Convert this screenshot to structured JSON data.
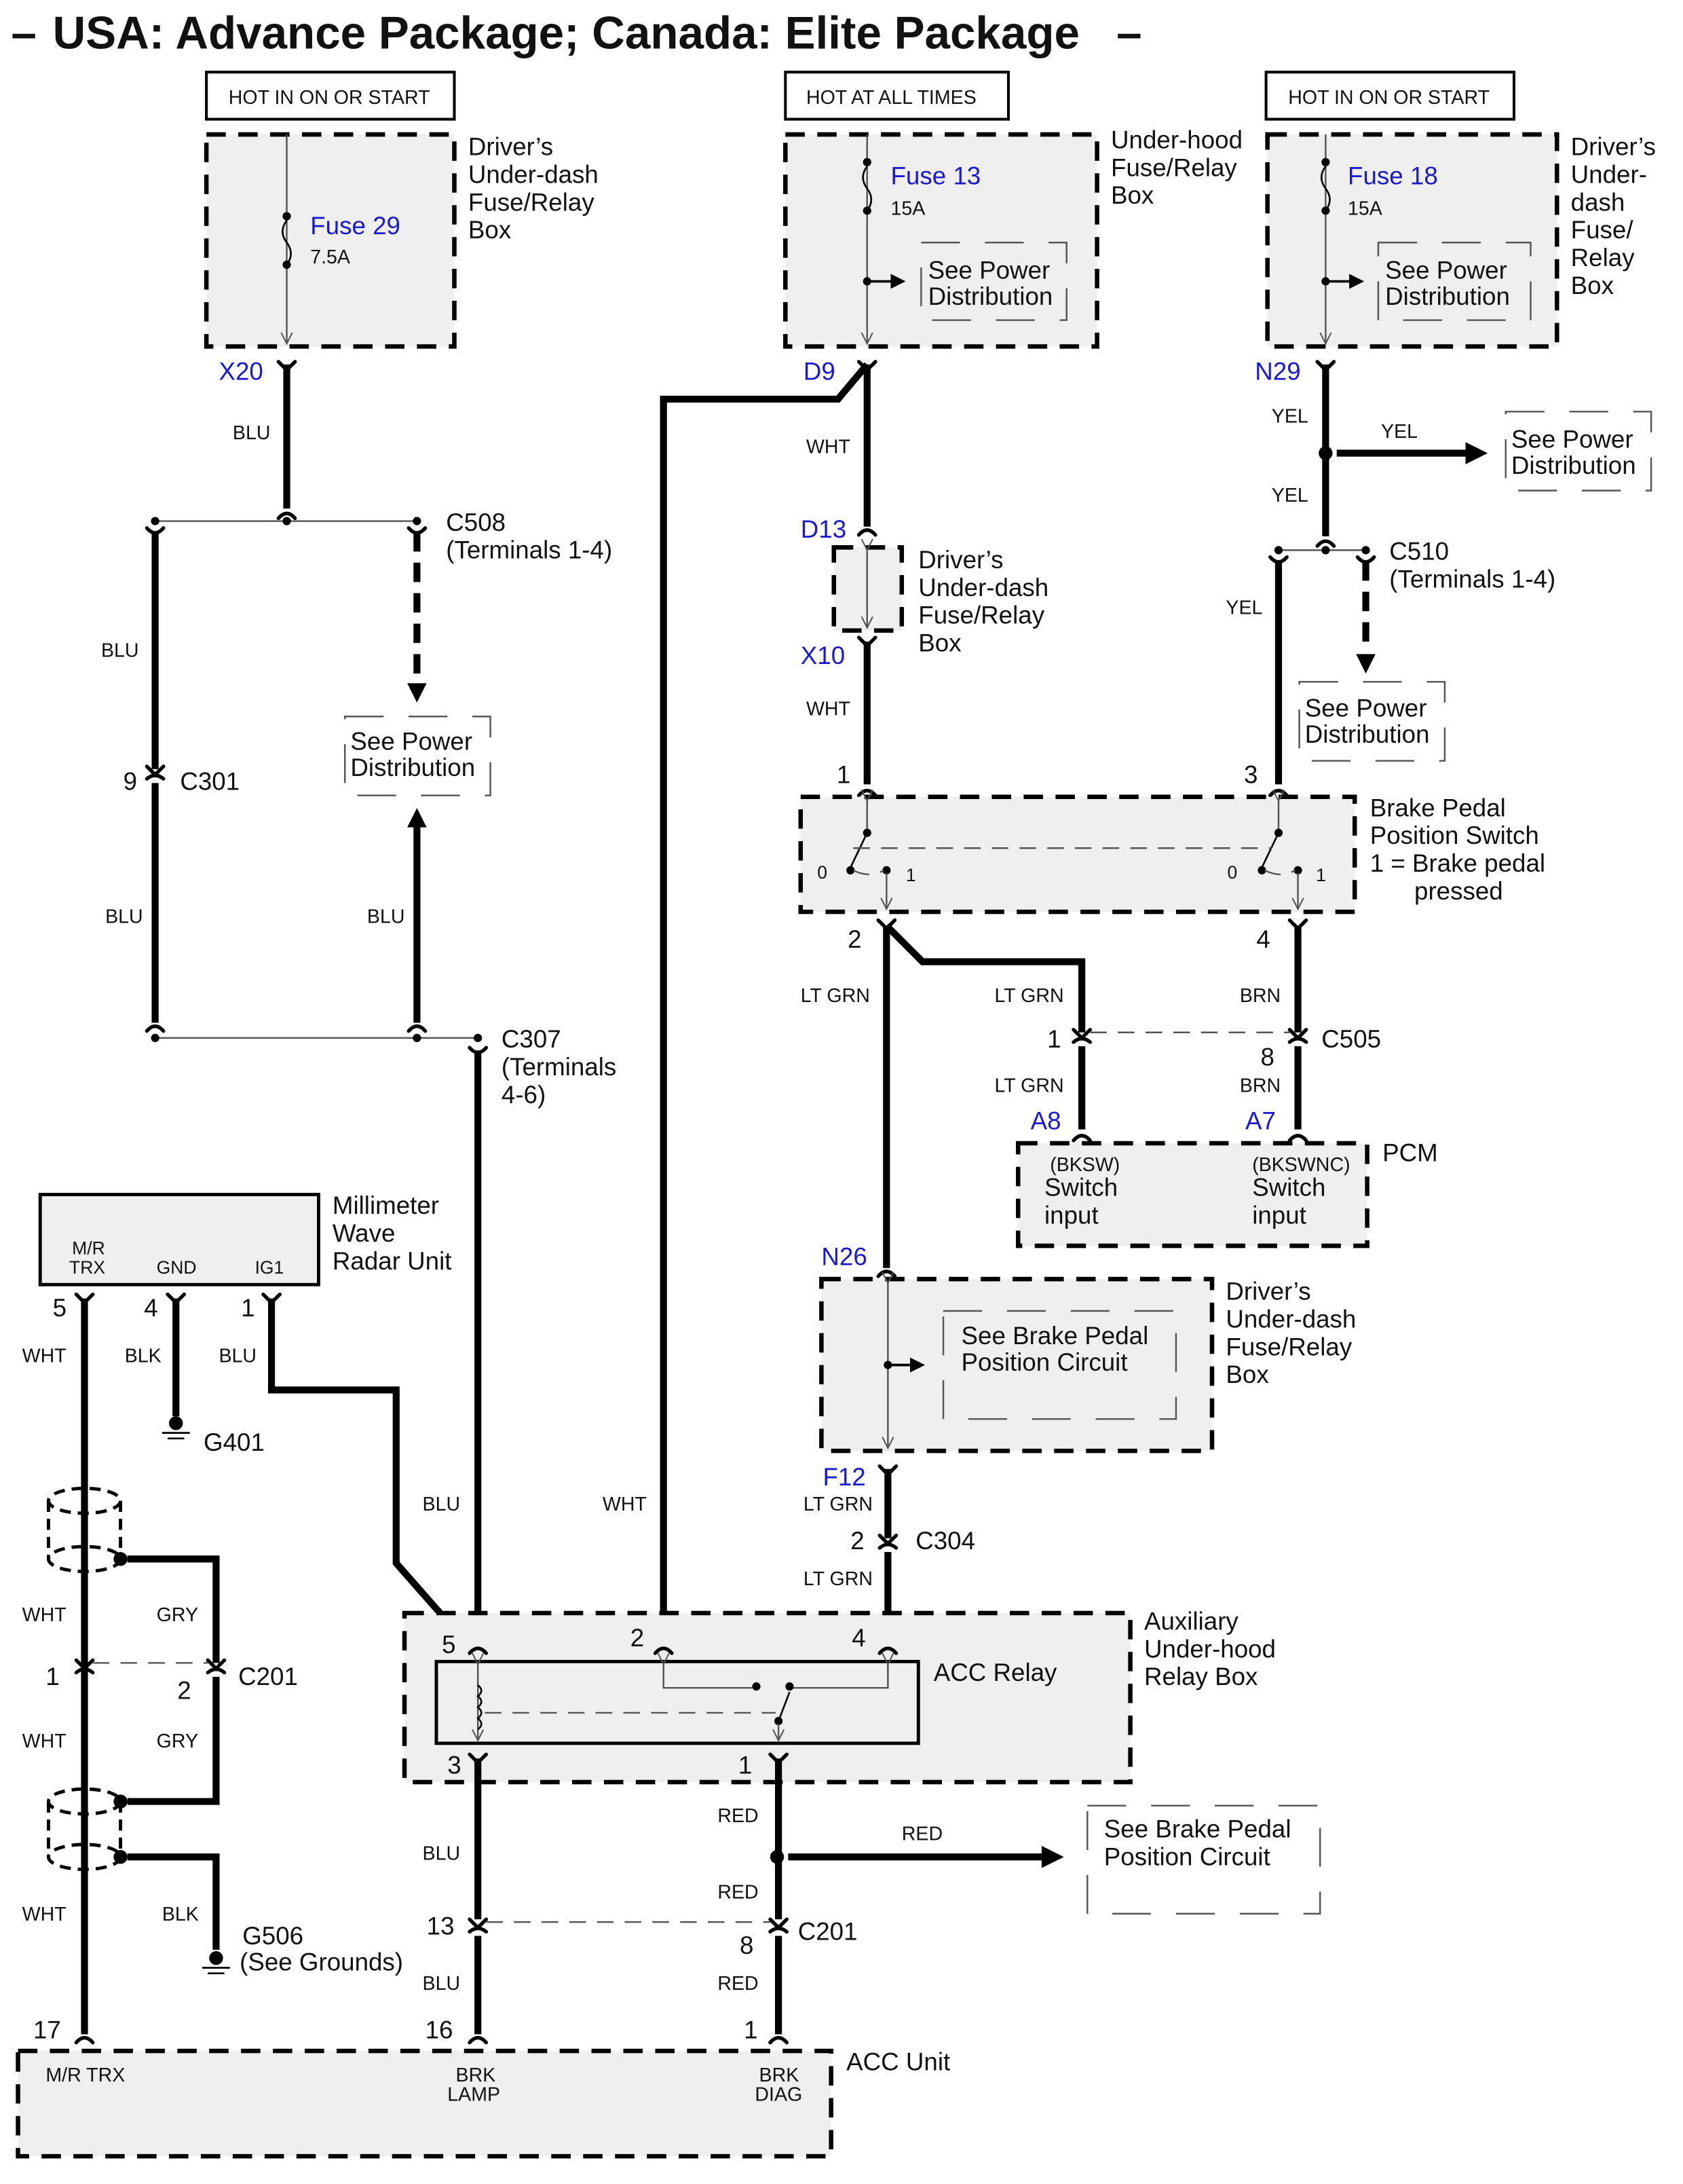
{
  "title": "USA: Advance Package; Canada: Elite Package",
  "title_dash": "–",
  "power_sources": [
    {
      "label": "HOT IN ON OR START"
    },
    {
      "label": "HOT AT ALL TIMES"
    },
    {
      "label": "HOT IN ON OR START"
    }
  ],
  "fuse_boxes": [
    {
      "fuse": "Fuse 29",
      "rating": "7.5A",
      "name_lines": [
        "Driver’s",
        "Under-dash",
        "Fuse/Relay",
        "Box"
      ],
      "terminal": "X20"
    },
    {
      "fuse": "Fuse 13",
      "rating": "15A",
      "name_lines": [
        "Under-hood",
        "Fuse/Relay",
        "Box"
      ],
      "terminal": "D9",
      "see": [
        "See Power",
        "Distribution"
      ]
    },
    {
      "fuse": "Fuse 18",
      "rating": "15A",
      "name_lines": [
        "Driver’s",
        "Under-",
        "dash",
        "Fuse/",
        "Relay",
        "Box"
      ],
      "terminal": "N29",
      "see": [
        "See Power",
        "Distribution"
      ]
    }
  ],
  "see_power": [
    "See Power",
    "Distribution"
  ],
  "see_brake": [
    "See Brake Pedal",
    "Position Circuit"
  ],
  "wire_colors": {
    "blu": "BLU",
    "wht": "WHT",
    "yel": "YEL",
    "ltgrn": "LT GRN",
    "brn": "BRN",
    "blk": "BLK",
    "gry": "GRY",
    "red": "RED"
  },
  "connectors": {
    "c508": [
      "C508",
      "(Terminals 1-4)"
    ],
    "c301": "C301",
    "c301_pin": "9",
    "c307": [
      "C307",
      "(Terminals",
      "4-6)"
    ],
    "c510": [
      "C510",
      "(Terminals 1-4)"
    ],
    "c505": "C505",
    "c505_pins": [
      "1",
      "8"
    ],
    "c304": "C304",
    "c304_pin": "2",
    "c201": "C201",
    "c201_left_pins": [
      "1",
      "2"
    ],
    "c201_right_pins": [
      "13",
      "8"
    ]
  },
  "inline_box": {
    "top": "D13",
    "bottom": "X10",
    "name_lines": [
      "Driver’s",
      "Under-dash",
      "Fuse/Relay",
      "Box"
    ]
  },
  "brake_switch": {
    "name_lines": [
      "Brake Pedal",
      "Position Switch",
      "1 = Brake pedal",
      "pressed"
    ],
    "pins": [
      "1",
      "3",
      "2",
      "4"
    ],
    "positions": [
      "0",
      "1",
      "0",
      "1"
    ]
  },
  "pcm": {
    "name": "PCM",
    "terminals": [
      "A8",
      "A7"
    ],
    "inputs": [
      {
        "code": "(BKSW)",
        "lines": [
          "Switch",
          "input"
        ]
      },
      {
        "code": "(BKSWNC)",
        "lines": [
          "Switch",
          "input"
        ]
      }
    ]
  },
  "n26_box": {
    "top": "N26",
    "bottom": "F12",
    "name_lines": [
      "Driver’s",
      "Under-dash",
      "Fuse/Relay",
      "Box"
    ]
  },
  "radar": {
    "name_lines": [
      "Millimeter",
      "Wave",
      "Radar Unit"
    ],
    "pin_labels": [
      "M/R",
      "TRX",
      "GND",
      "IG1"
    ],
    "pins": [
      "5",
      "4",
      "1"
    ]
  },
  "grounds": {
    "g401": "G401",
    "g506": [
      "G506",
      "(See Grounds)"
    ]
  },
  "relay_box": {
    "name_lines": [
      "Auxiliary",
      "Under-hood",
      "Relay Box"
    ],
    "relay": "ACC Relay",
    "pins": [
      "5",
      "2",
      "4",
      "3",
      "1"
    ]
  },
  "acc_unit": {
    "name": "ACC Unit",
    "pins": [
      "17",
      "16",
      "1"
    ],
    "labels": {
      "mrtrx": "M/R TRX",
      "brk1": "BRK",
      "lamp": "LAMP",
      "brk2": "BRK",
      "diag": "DIAG"
    }
  }
}
